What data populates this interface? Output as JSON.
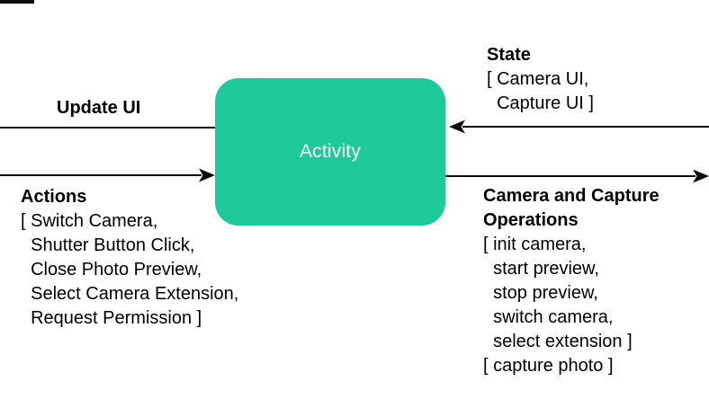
{
  "diagram": {
    "activity_box": {
      "label": "Activity",
      "fill_color": "#1ECA9B",
      "label_color": "#FFFFFF"
    },
    "colors": {
      "arrow_line": "#0A0A0A",
      "text": "#000000",
      "background": "#FFFFFF"
    },
    "arrows": {
      "update_ui": {
        "label": "Update UI",
        "direction": "out-left"
      },
      "actions": {
        "label": "Actions",
        "direction": "in-right-into-box",
        "items": [
          "[ Switch Camera,",
          "  Shutter Button Click,",
          "  Close Photo Preview,",
          "  Select Camera Extension,",
          "  Request Permission ]"
        ]
      },
      "state": {
        "label": "State",
        "direction": "in-left-into-box",
        "items": [
          "[ Camera UI,",
          "  Capture UI ]"
        ]
      },
      "camera_ops": {
        "label": "Camera and Capture Operations",
        "direction": "out-right",
        "items": [
          "[ init camera,",
          "  start preview,",
          "  stop preview,",
          "  switch camera,",
          "  select extension ]",
          "[ capture photo ]"
        ]
      }
    }
  }
}
